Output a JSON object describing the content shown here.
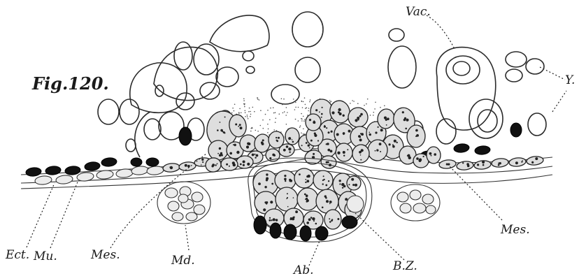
{
  "figure": {
    "title": "Fig.120."
  },
  "labels": {
    "vac": "Vac.",
    "y": "Y.",
    "ect": "Ect.",
    "mu": "Mu.",
    "mes_left": "Mes.",
    "md": "Md.",
    "ab": "Ab.",
    "bz": "B.Z.",
    "mes_right": "Mes."
  }
}
